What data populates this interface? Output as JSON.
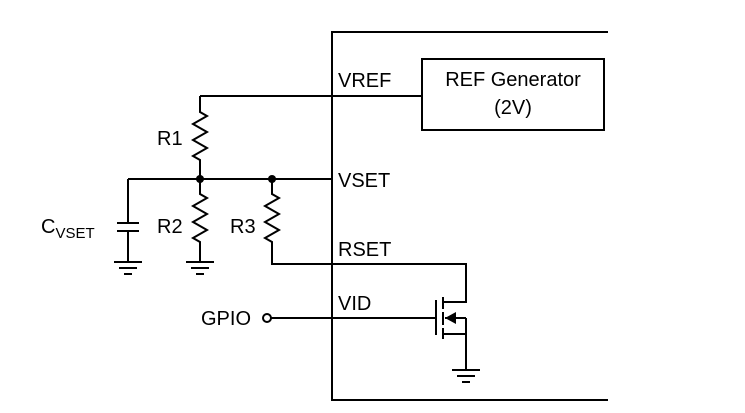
{
  "pins": {
    "vref": "VREF",
    "vset": "VSET",
    "rset": "RSET",
    "vid": "VID"
  },
  "ref_block": {
    "line1": "REF Generator",
    "line2": "(2V)"
  },
  "components": {
    "r1": "R1",
    "r2": "R2",
    "r3": "R3",
    "cap_main": "C",
    "cap_sub": "VSET"
  },
  "gpio": "GPIO"
}
